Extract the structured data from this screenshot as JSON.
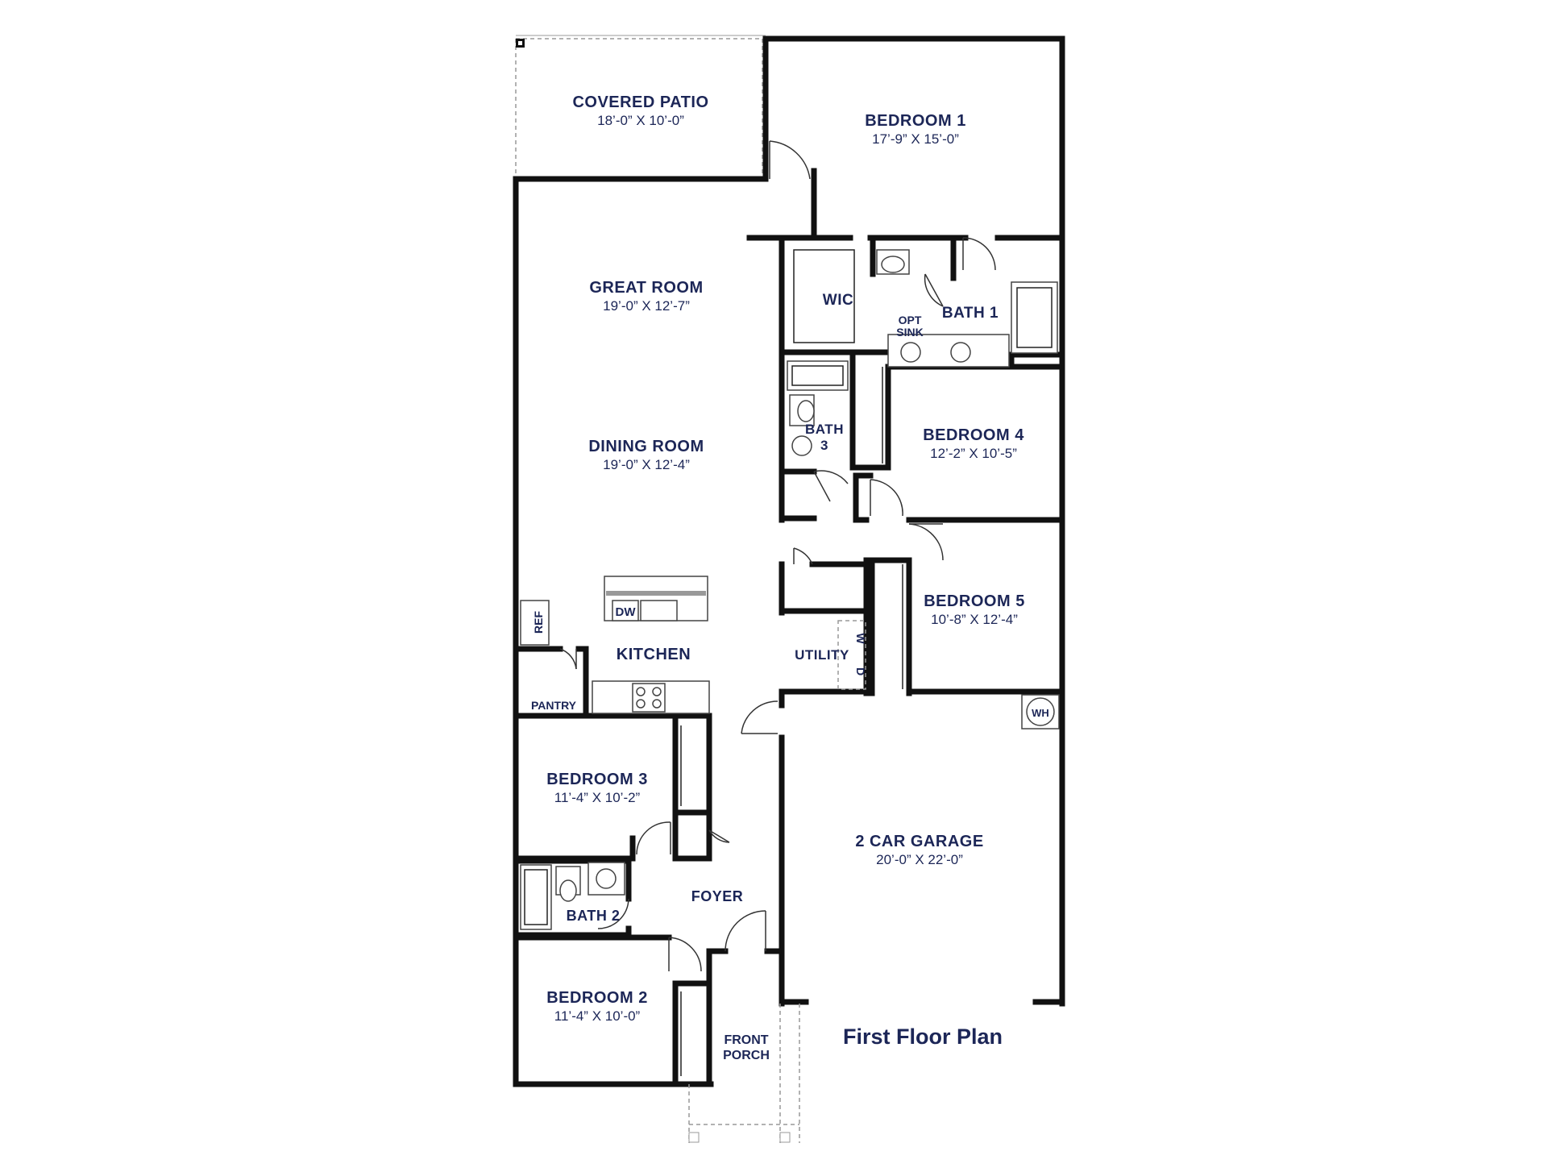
{
  "plan_title": "First Floor Plan",
  "rooms": {
    "covered_patio": {
      "name": "COVERED PATIO",
      "dims": "18’-0” X 10’-0”"
    },
    "bedroom_1": {
      "name": "BEDROOM 1",
      "dims": "17’-9” X 15’-0”"
    },
    "great_room": {
      "name": "GREAT ROOM",
      "dims": "19’-0” X 12’-7”"
    },
    "dining_room": {
      "name": "DINING ROOM",
      "dims": "19’-0” X 12’-4”"
    },
    "bedroom_4": {
      "name": "BEDROOM 4",
      "dims": "12’-2” X 10’-5”"
    },
    "bedroom_5": {
      "name": "BEDROOM 5",
      "dims": "10’-8” X 12’-4”"
    },
    "bedroom_3": {
      "name": "BEDROOM 3",
      "dims": "11’-4” X 10’-2”"
    },
    "bedroom_2": {
      "name": "BEDROOM 2",
      "dims": "11’-4” X 10’-0”"
    },
    "garage": {
      "name": "2 CAR GARAGE",
      "dims": "20’-0” X 22’-0”"
    }
  },
  "labels": {
    "wic": "WIC",
    "bath_1": "BATH 1",
    "opt": "OPT",
    "sink": "SINK",
    "bath_3_a": "BATH",
    "bath_3_b": "3",
    "bath_2": "BATH 2",
    "kitchen": "KITCHEN",
    "pantry": "PANTRY",
    "ref": "REF",
    "dw": "DW",
    "utility": "UTILITY",
    "washer": "W",
    "dryer": "D",
    "foyer": "FOYER",
    "front": "FRONT",
    "porch": "PORCH",
    "wh": "WH"
  }
}
